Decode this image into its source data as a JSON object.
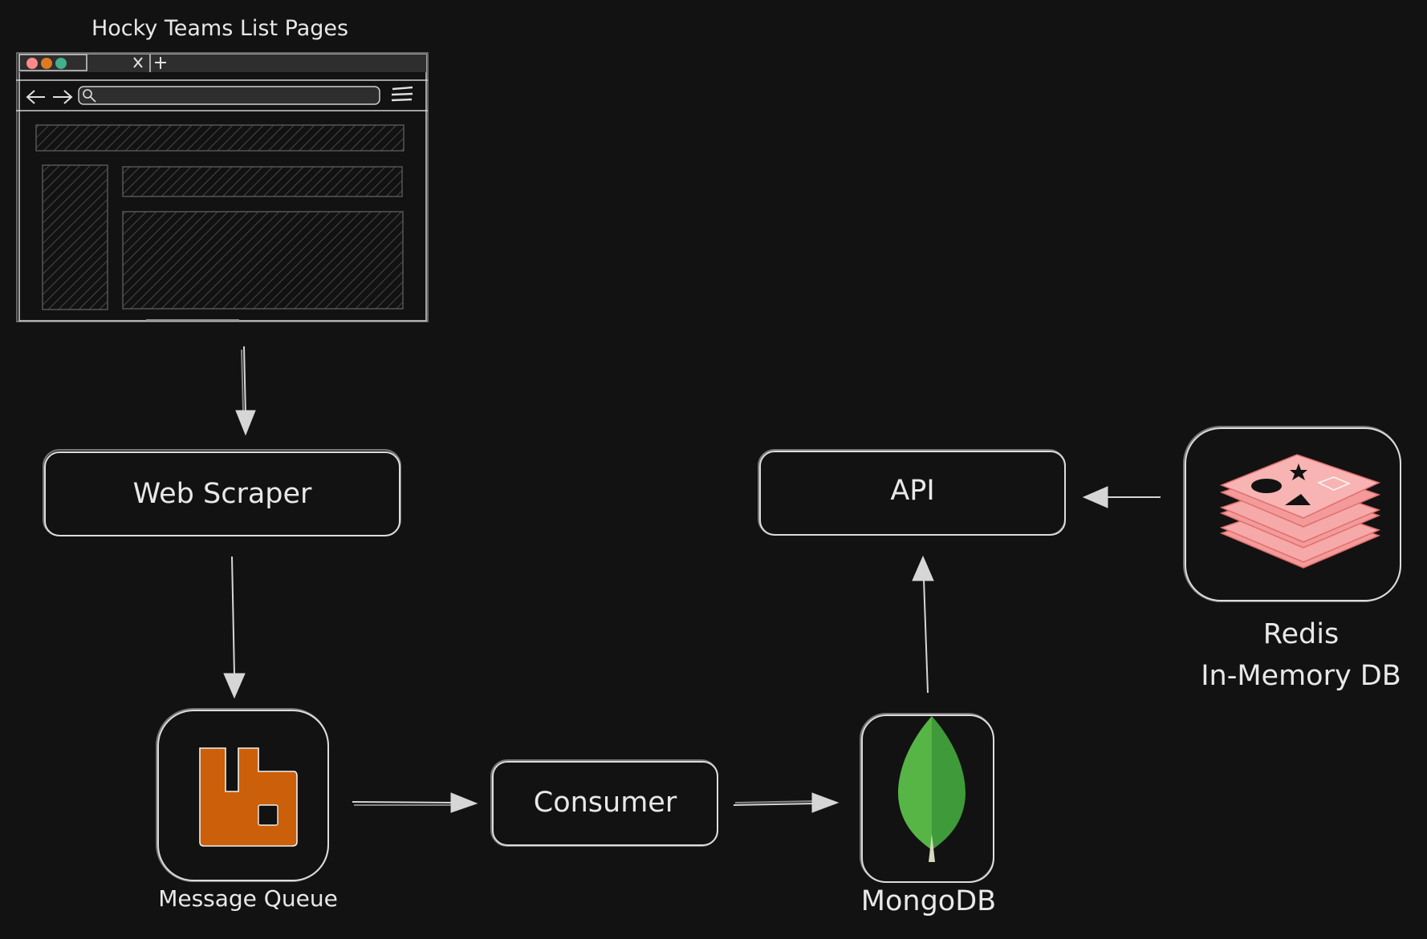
{
  "browser_mockup": {
    "title": "Hocky Teams List Pages"
  },
  "nodes": {
    "web_scraper": "Web Scraper",
    "message_queue": "Message Queue",
    "consumer": "Consumer",
    "mongodb": "MongoDB",
    "api": "API",
    "redis_line1": "Redis",
    "redis_line2": "In-Memory DB"
  },
  "icons": {
    "rabbitmq": "rabbitmq-icon",
    "mongodb": "mongodb-leaf-icon",
    "redis": "redis-stack-icon"
  },
  "colors": {
    "background": "#121212",
    "stroke": "#dcdcdc",
    "rabbitmq": "#cc5f0a",
    "mongodb_light": "#56b545",
    "mongodb_dark": "#3f9a3a",
    "redis": "#f39b9b",
    "traffic_red": "#ff8a8a",
    "traffic_orange": "#e07a20",
    "traffic_green": "#43b08a"
  }
}
